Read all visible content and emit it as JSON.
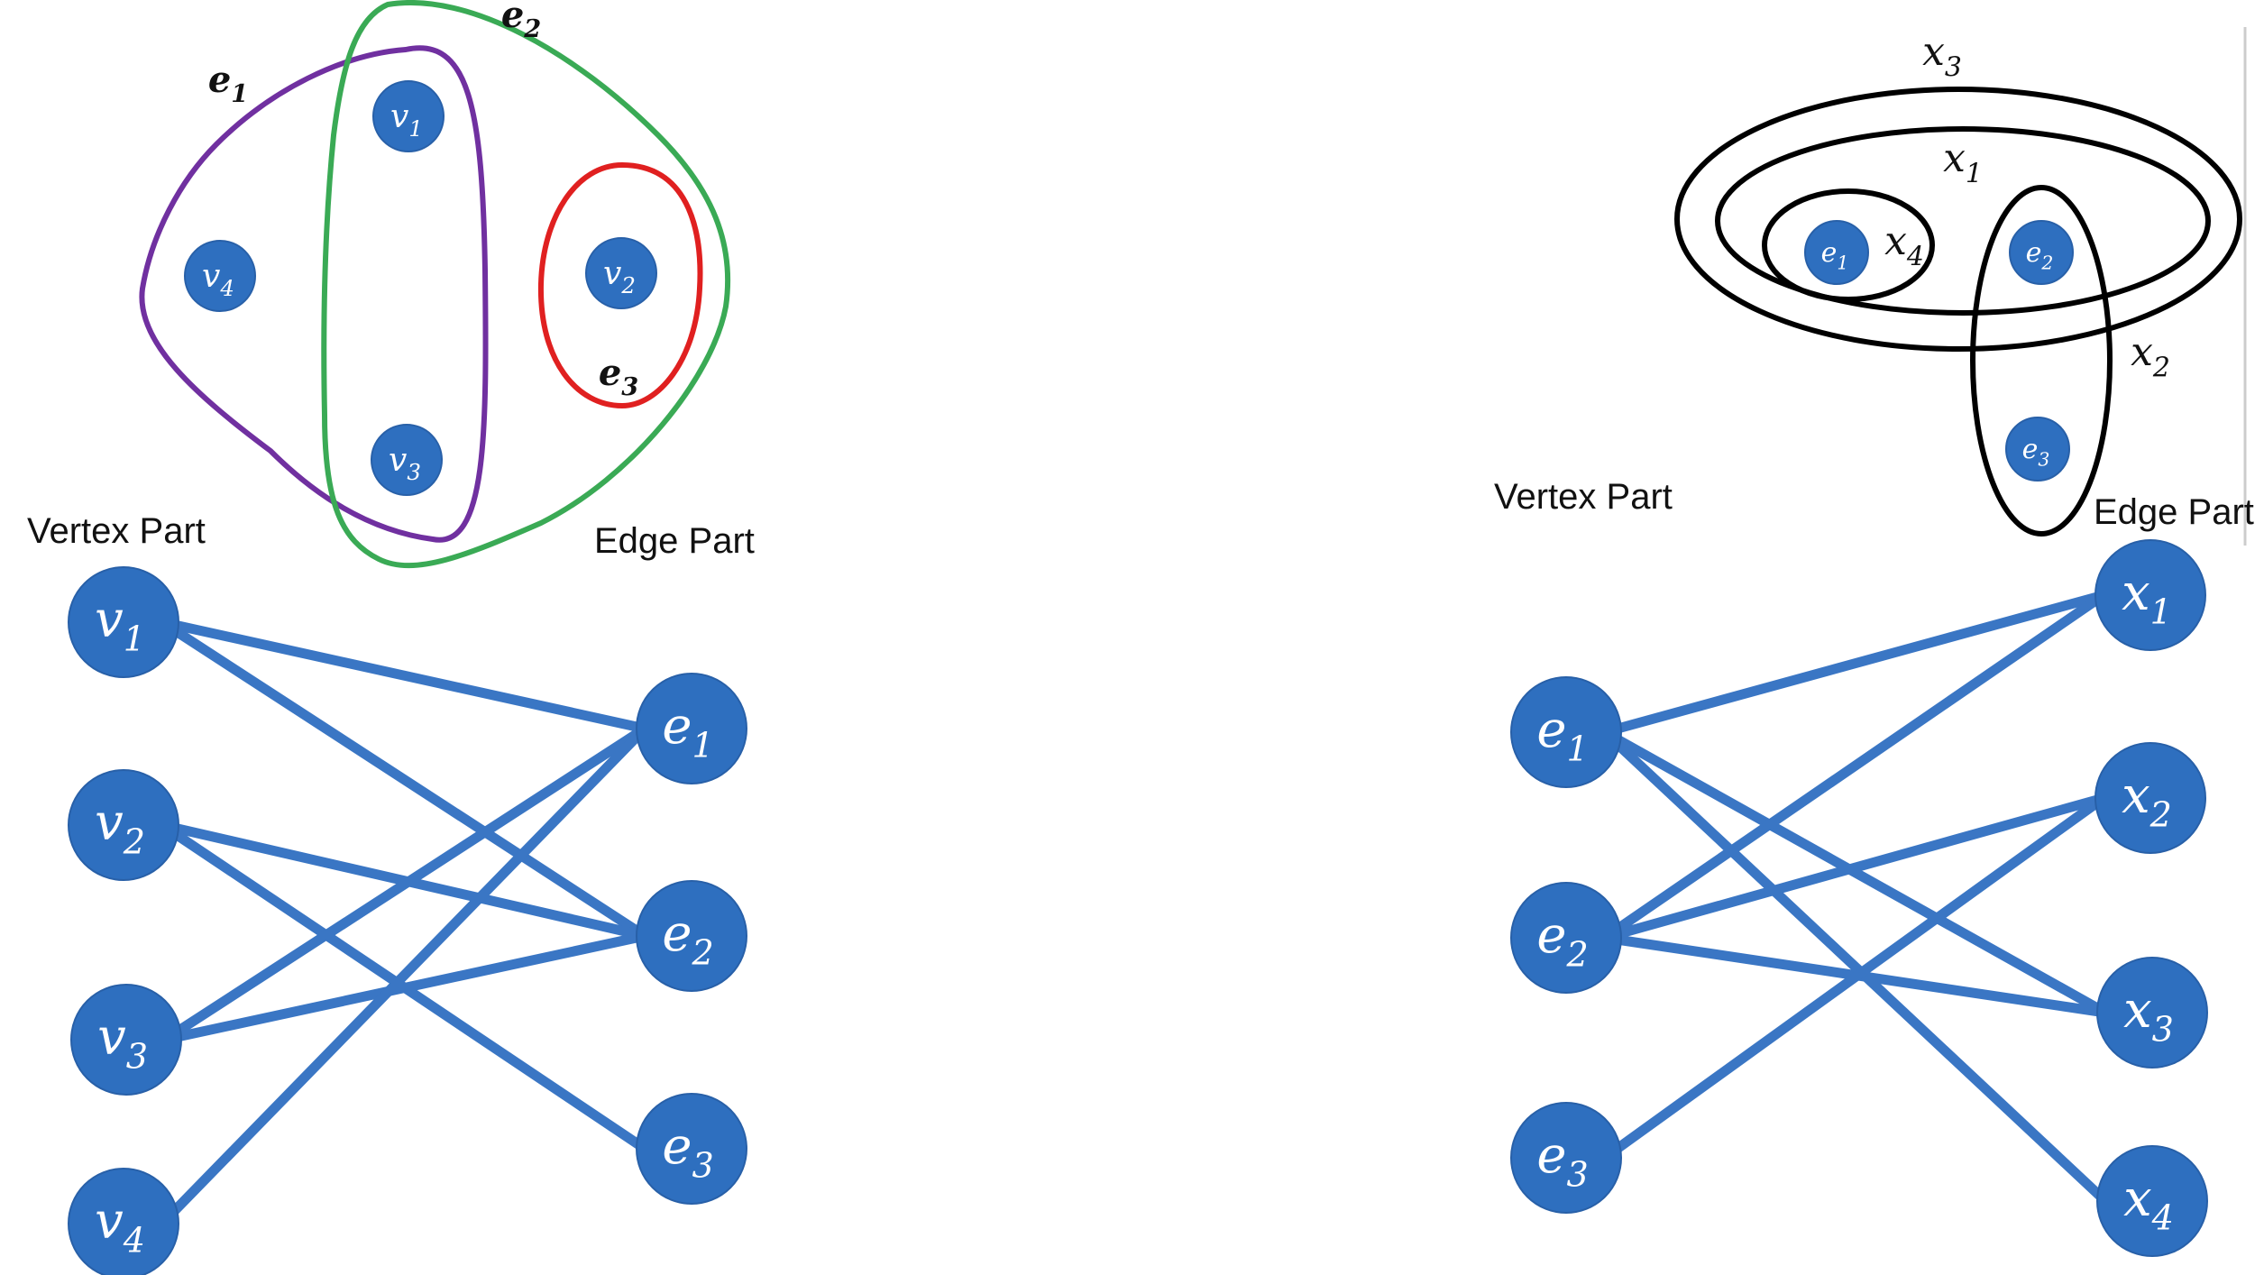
{
  "labels": {
    "vertex_part": "Vertex Part",
    "edge_part": "Edge Part"
  },
  "colors": {
    "node": "#2e6fbf",
    "edge_line": "#3a76c4",
    "e1_purple": "#7030a0",
    "e2_green": "#3aaa55",
    "e3_red": "#e02020",
    "nested_black": "#000000"
  },
  "left": {
    "hypergraph": {
      "vertices": [
        {
          "id": "v1",
          "base": "v",
          "sub": "1"
        },
        {
          "id": "v2",
          "base": "v",
          "sub": "2"
        },
        {
          "id": "v3",
          "base": "v",
          "sub": "3"
        },
        {
          "id": "v4",
          "base": "v",
          "sub": "4"
        }
      ],
      "hyperedges": [
        {
          "id": "e1",
          "base": "e",
          "sub": "1",
          "color": "#7030a0",
          "members": [
            "v1",
            "v3",
            "v4"
          ]
        },
        {
          "id": "e2",
          "base": "e",
          "sub": "2",
          "color": "#3aaa55",
          "members": [
            "v1",
            "v2",
            "v3"
          ]
        },
        {
          "id": "e3",
          "base": "e",
          "sub": "3",
          "color": "#e02020",
          "members": [
            "v2"
          ]
        }
      ]
    },
    "bipartite": {
      "vertex_nodes": [
        {
          "id": "v1",
          "base": "v",
          "sub": "1"
        },
        {
          "id": "v2",
          "base": "v",
          "sub": "2"
        },
        {
          "id": "v3",
          "base": "v",
          "sub": "3"
        },
        {
          "id": "v4",
          "base": "v",
          "sub": "4"
        }
      ],
      "edge_nodes": [
        {
          "id": "e1",
          "base": "e",
          "sub": "1"
        },
        {
          "id": "e2",
          "base": "e",
          "sub": "2"
        },
        {
          "id": "e3",
          "base": "e",
          "sub": "3"
        }
      ],
      "links": [
        [
          "v1",
          "e1"
        ],
        [
          "v1",
          "e2"
        ],
        [
          "v2",
          "e2"
        ],
        [
          "v2",
          "e3"
        ],
        [
          "v3",
          "e1"
        ],
        [
          "v3",
          "e2"
        ],
        [
          "v4",
          "e1"
        ]
      ]
    }
  },
  "right": {
    "hypergraph": {
      "vertices": [
        {
          "id": "e1",
          "base": "e",
          "sub": "1"
        },
        {
          "id": "e2",
          "base": "e",
          "sub": "2"
        },
        {
          "id": "e3",
          "base": "e",
          "sub": "3"
        }
      ],
      "hyperedges": [
        {
          "id": "x1",
          "base": "x",
          "sub": "1",
          "members": [
            "e1",
            "e2"
          ]
        },
        {
          "id": "x2",
          "base": "x",
          "sub": "2",
          "members": [
            "e2",
            "e3"
          ]
        },
        {
          "id": "x3",
          "base": "x",
          "sub": "3",
          "members": [
            "e1",
            "e2"
          ]
        },
        {
          "id": "x4",
          "base": "x",
          "sub": "4",
          "members": [
            "e1"
          ]
        }
      ]
    },
    "bipartite": {
      "vertex_nodes": [
        {
          "id": "e1",
          "base": "e",
          "sub": "1"
        },
        {
          "id": "e2",
          "base": "e",
          "sub": "2"
        },
        {
          "id": "e3",
          "base": "e",
          "sub": "3"
        }
      ],
      "edge_nodes": [
        {
          "id": "x1",
          "base": "x",
          "sub": "1"
        },
        {
          "id": "x2",
          "base": "x",
          "sub": "2"
        },
        {
          "id": "x3",
          "base": "x",
          "sub": "3"
        },
        {
          "id": "x4",
          "base": "x",
          "sub": "4"
        }
      ],
      "links": [
        [
          "e1",
          "x1"
        ],
        [
          "e1",
          "x3"
        ],
        [
          "e1",
          "x4"
        ],
        [
          "e2",
          "x1"
        ],
        [
          "e2",
          "x2"
        ],
        [
          "e2",
          "x3"
        ],
        [
          "e3",
          "x2"
        ]
      ]
    }
  }
}
